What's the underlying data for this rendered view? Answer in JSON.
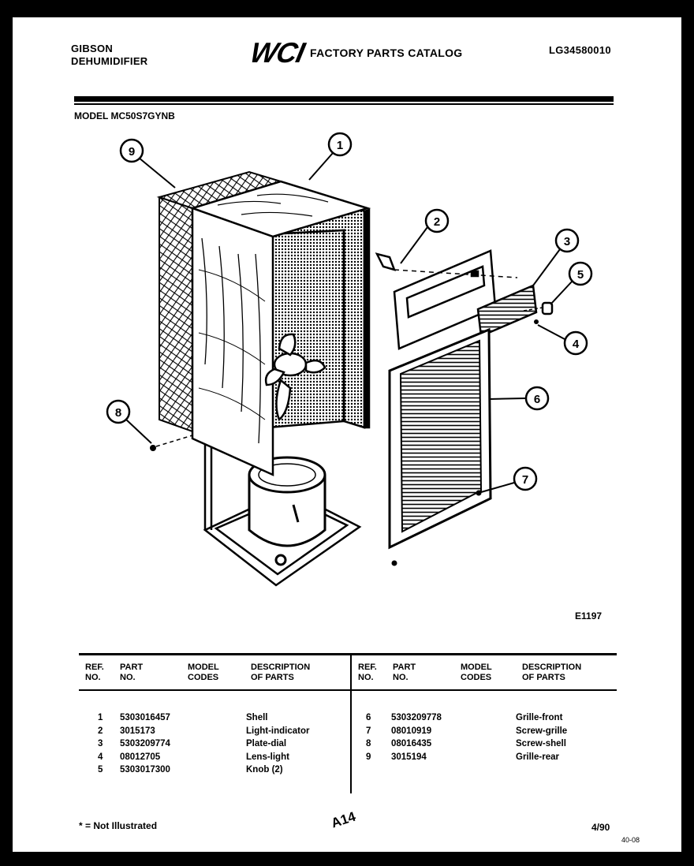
{
  "header": {
    "brand": "GIBSON",
    "product": "DEHUMIDIFIER",
    "logo": "WCI",
    "catalog_title": "FACTORY PARTS CATALOG",
    "catalog_number": "LG34580010",
    "model": "MODEL MC50S7GYNB"
  },
  "callouts": {
    "c1": "1",
    "c2": "2",
    "c3": "3",
    "c4": "4",
    "c5": "5",
    "c6": "6",
    "c7": "7",
    "c8": "8",
    "c9": "9"
  },
  "figure_number": "E1197",
  "table": {
    "headers": {
      "ref1": "REF.",
      "ref2": "NO.",
      "part1": "PART",
      "part2": "NO.",
      "model1": "MODEL",
      "model2": "CODES",
      "desc1": "DESCRIPTION",
      "desc2": "OF PARTS"
    },
    "left": [
      {
        "ref": "1",
        "part": "5303016457",
        "desc": "Shell"
      },
      {
        "ref": "2",
        "part": "3015173",
        "desc": "Light-indicator"
      },
      {
        "ref": "3",
        "part": "5303209774",
        "desc": "Plate-dial"
      },
      {
        "ref": "4",
        "part": "08012705",
        "desc": "Lens-light"
      },
      {
        "ref": "5",
        "part": "5303017300",
        "desc": "Knob (2)"
      }
    ],
    "right": [
      {
        "ref": "6",
        "part": "5303209778",
        "desc": "Grille-front"
      },
      {
        "ref": "7",
        "part": "08010919",
        "desc": "Screw-grille"
      },
      {
        "ref": "8",
        "part": "08016435",
        "desc": "Screw-shell"
      },
      {
        "ref": "9",
        "part": "3015194",
        "desc": "Grille-rear"
      }
    ]
  },
  "footer": {
    "note": "* = Not Illustrated",
    "page_code": "A14",
    "date": "4/90",
    "stamp": "40-08"
  }
}
